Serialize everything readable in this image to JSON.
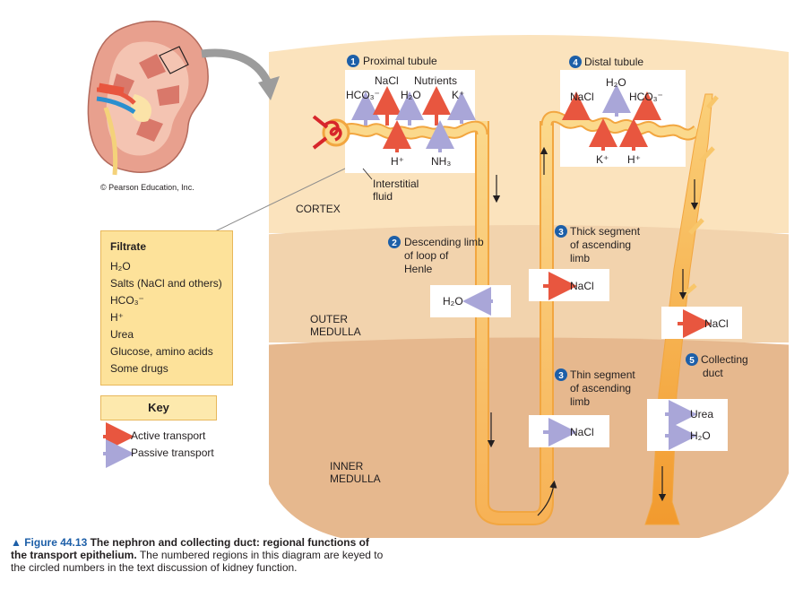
{
  "copyright": "© Pearson Education, Inc.",
  "regions": {
    "cortex": "CORTEX",
    "outer_medulla": [
      "OUTER",
      "MEDULLA"
    ],
    "inner_medulla": [
      "INNER",
      "MEDULLA"
    ]
  },
  "sections": {
    "proximal": {
      "num": "1",
      "title": "Proximal tubule"
    },
    "distal": {
      "num": "4",
      "title": "Distal tubule"
    },
    "descending": {
      "num": "2",
      "lines": [
        "Descending limb",
        "of loop of",
        "Henle"
      ]
    },
    "thick": {
      "num": "3",
      "lines": [
        "Thick segment",
        "of ascending",
        "limb"
      ]
    },
    "thin": {
      "num": "3",
      "lines": [
        "Thin segment",
        "of ascending",
        "limb"
      ]
    },
    "collecting": {
      "num": "5",
      "lines": [
        "Collecting",
        "duct"
      ]
    }
  },
  "proximal_labels": {
    "nacl": "NaCl",
    "nutrients": "Nutrients",
    "hco3": "HCO₃⁻",
    "h2o": "H₂O",
    "k": "K⁺",
    "h": "H⁺",
    "nh3": "NH₃"
  },
  "interstitial": [
    "Interstitial",
    "fluid"
  ],
  "distal_labels": {
    "h2o": "H₂O",
    "nacl": "NaCl",
    "hco3": "HCO₃⁻",
    "k": "K⁺",
    "h": "H⁺"
  },
  "boxes": {
    "desc_h2o": "H₂O",
    "thick_nacl": "NaCl",
    "outer_nacl": "NaCl",
    "thin_nacl": "NaCl",
    "urea": "Urea",
    "inner_h2o": "H₂O"
  },
  "filtrate": {
    "title": "Filtrate",
    "items": [
      "H₂O",
      "Salts (NaCl and others)",
      "HCO₃⁻",
      "H⁺",
      "Urea",
      "Glucose, amino acids",
      "Some drugs"
    ]
  },
  "key": {
    "title": "Key",
    "active": "Active transport",
    "passive": "Passive transport"
  },
  "colors": {
    "active": "#e8563f",
    "passive": "#a9a6d8",
    "cortex": "#fbe3bd",
    "outer_medulla": "#f2d3ad",
    "inner_medulla": "#e6b88e",
    "tubule": "#f8c66a"
  },
  "caption": {
    "figure": "▲ Figure 44.13",
    "bold": "The nephron and collecting duct: regional functions of the transport epithelium.",
    "text": "The numbered regions in this diagram are keyed to the circled numbers in the text discussion of kidney function."
  }
}
